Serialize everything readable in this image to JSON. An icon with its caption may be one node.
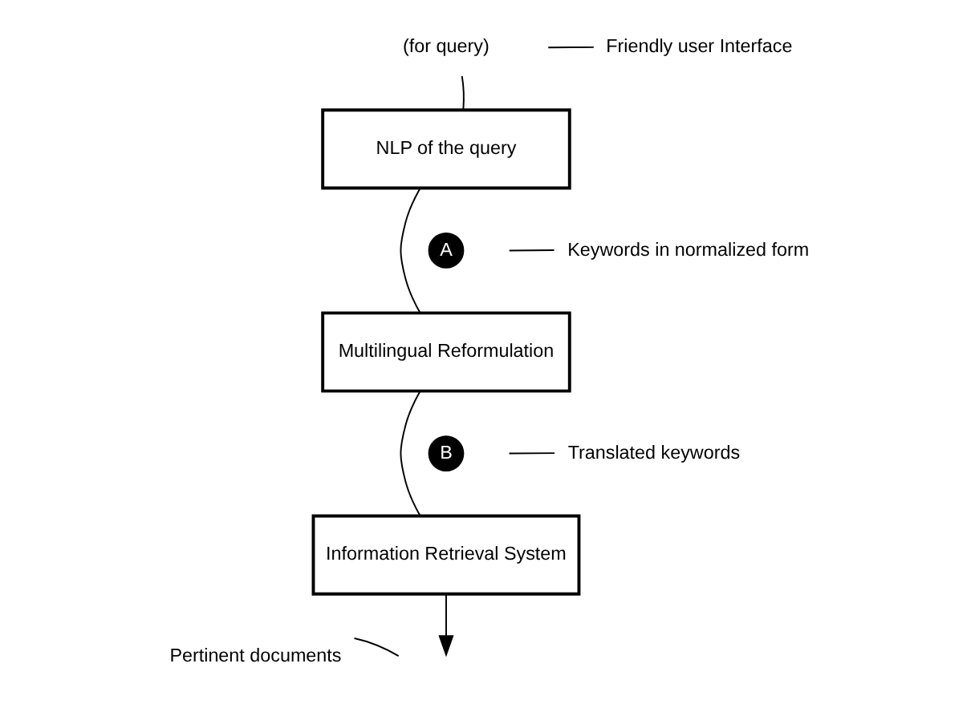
{
  "diagram": {
    "nodes": [
      {
        "text": [
          "(for query)"
        ]
      },
      {
        "text": [
          "NLP of the query"
        ]
      },
      {
        "text": [
          "Multilingual Reformulation"
        ]
      },
      {
        "text": [
          "Information Retrieval System"
        ]
      },
      {
        "text": [
          "Friendly user Interface"
        ]
      },
      {
        "text": [
          "A"
        ]
      },
      {
        "text": [
          "Keywords in normalized form"
        ]
      },
      {
        "text": [
          "B"
        ]
      },
      {
        "text": [
          "Translated keywords"
        ]
      },
      {
        "text": [
          "Pertinent documents"
        ]
      }
    ],
    "edges": [
      {
        "from": 0,
        "to": 1,
        "arrow": "none"
      },
      {
        "from": 1,
        "to": 2,
        "arrow": "none"
      },
      {
        "from": 2,
        "to": 3,
        "arrow": "none"
      },
      {
        "from": 3,
        "to": null,
        "arrow": "to"
      },
      {
        "from": 4,
        "to": null,
        "arrow": "none"
      },
      {
        "from": 6,
        "to": null,
        "arrow": "none"
      },
      {
        "from": 8,
        "to": null,
        "arrow": "none"
      },
      {
        "from": 9,
        "to": null,
        "arrow": "none"
      }
    ]
  }
}
